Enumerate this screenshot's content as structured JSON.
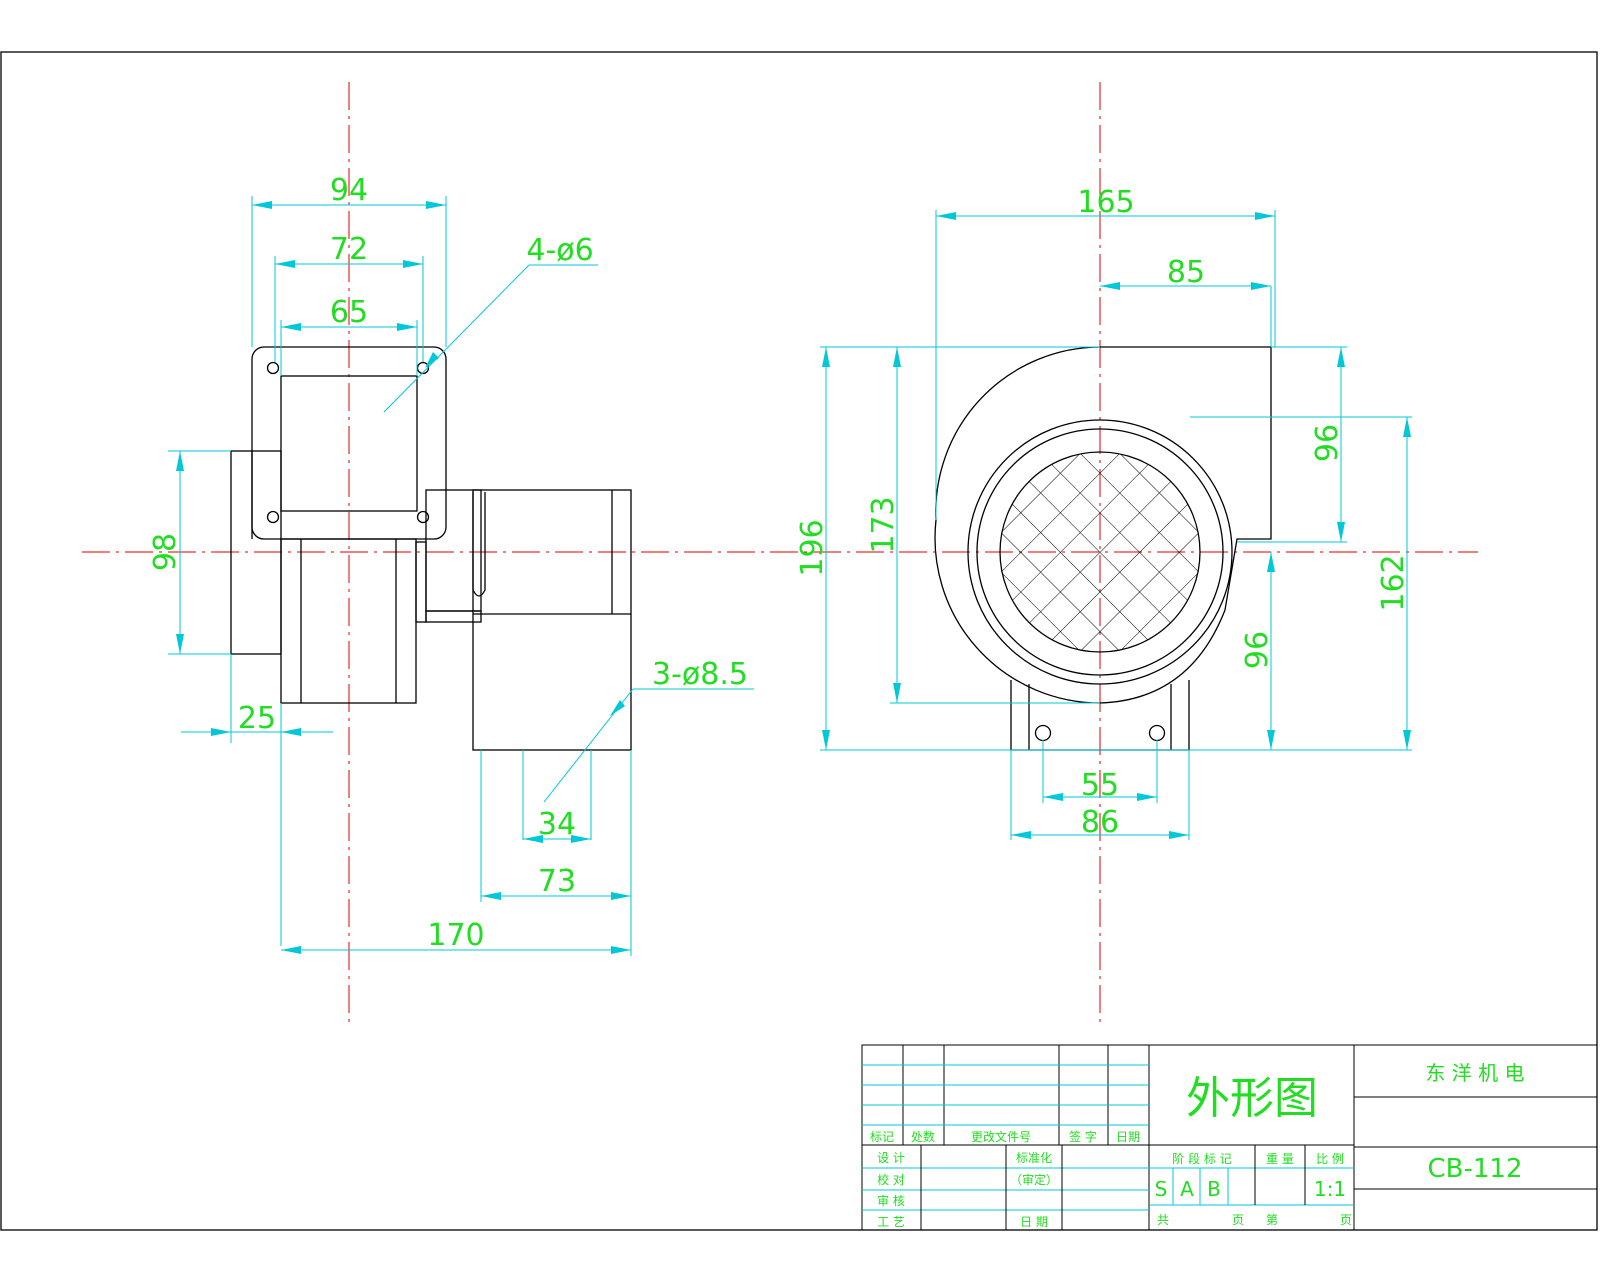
{
  "left_view": {
    "dims": {
      "d94": "94",
      "d72": "72",
      "d65": "65",
      "holes4": "4-ø6",
      "d98": "98",
      "d25": "25",
      "holes3": "3-ø8.5",
      "d34": "34",
      "d73": "73",
      "d170": "170"
    }
  },
  "right_view": {
    "dims": {
      "d165": "165",
      "d85": "85",
      "d196": "196",
      "d173": "173",
      "d96a": "96",
      "d96b": "96",
      "d162": "162",
      "d55": "55",
      "d86": "86"
    }
  },
  "title_block": {
    "drawing_title": "外形图",
    "company": "东 洋 机 电",
    "part_no": "CB-112",
    "rev_headers": [
      "标记",
      "处数",
      "更改文件号",
      "签 字",
      "日期"
    ],
    "sign_rows": [
      "设 计",
      "校 对",
      "审 核",
      "工 艺"
    ],
    "standardize": "标准化",
    "standardize_sub": "（审定）",
    "date_label": "日 期",
    "stage_header": "阶 段 标 记",
    "weight_header": "重 量",
    "scale_header": "比 例",
    "stages": [
      "S",
      "A",
      "B"
    ],
    "scale": "1:1",
    "sheets_total": "共",
    "sheet_unit": "页",
    "sheet_no": "第",
    "sheet_unit2": "页"
  }
}
